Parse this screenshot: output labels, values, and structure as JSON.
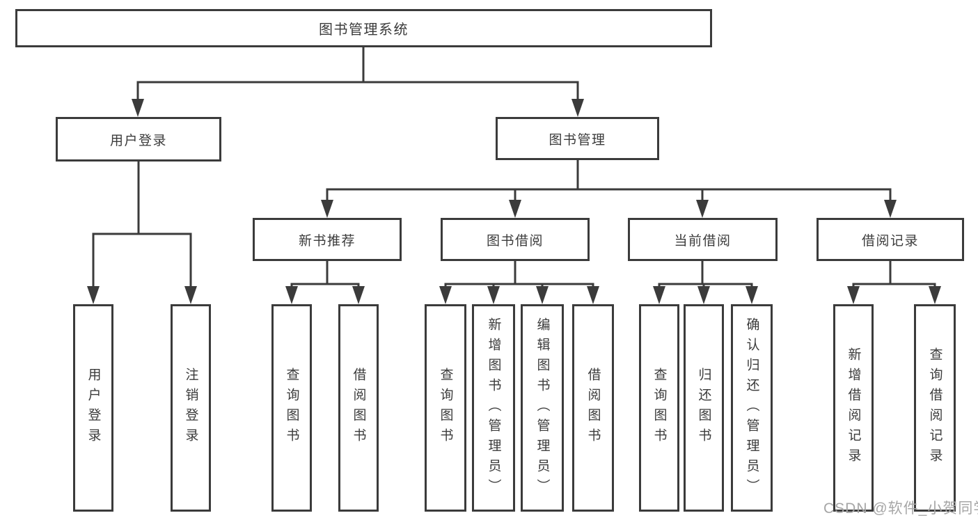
{
  "colors": {
    "background": "#ffffff",
    "line": "#3b3b3b",
    "box_border": "#3b3b3b",
    "text": "#3b3b3b",
    "watermark": "#a6a6a6"
  },
  "tree": {
    "root": {
      "label": "图书管理系统"
    },
    "branches": [
      {
        "label": "用户登录",
        "children": [
          {
            "label": "用户登录"
          },
          {
            "label": "注销登录"
          }
        ]
      },
      {
        "label": "图书管理",
        "children": [
          {
            "label": "新书推荐",
            "children": [
              {
                "label": "查询图书"
              },
              {
                "label": "借阅图书"
              }
            ]
          },
          {
            "label": "图书借阅",
            "children": [
              {
                "label": "查询图书"
              },
              {
                "label": "新增图书（管理员）"
              },
              {
                "label": "编辑图书（管理员）"
              },
              {
                "label": "借阅图书"
              }
            ]
          },
          {
            "label": "当前借阅",
            "children": [
              {
                "label": "查询图书"
              },
              {
                "label": "归还图书"
              },
              {
                "label": "确认归还（管理员）"
              }
            ]
          },
          {
            "label": "借阅记录",
            "children": [
              {
                "label": "新增借阅记录"
              },
              {
                "label": "查询借阅记录"
              }
            ]
          }
        ]
      }
    ]
  },
  "watermark": {
    "text": "CSDN @软件_小贺同学"
  }
}
